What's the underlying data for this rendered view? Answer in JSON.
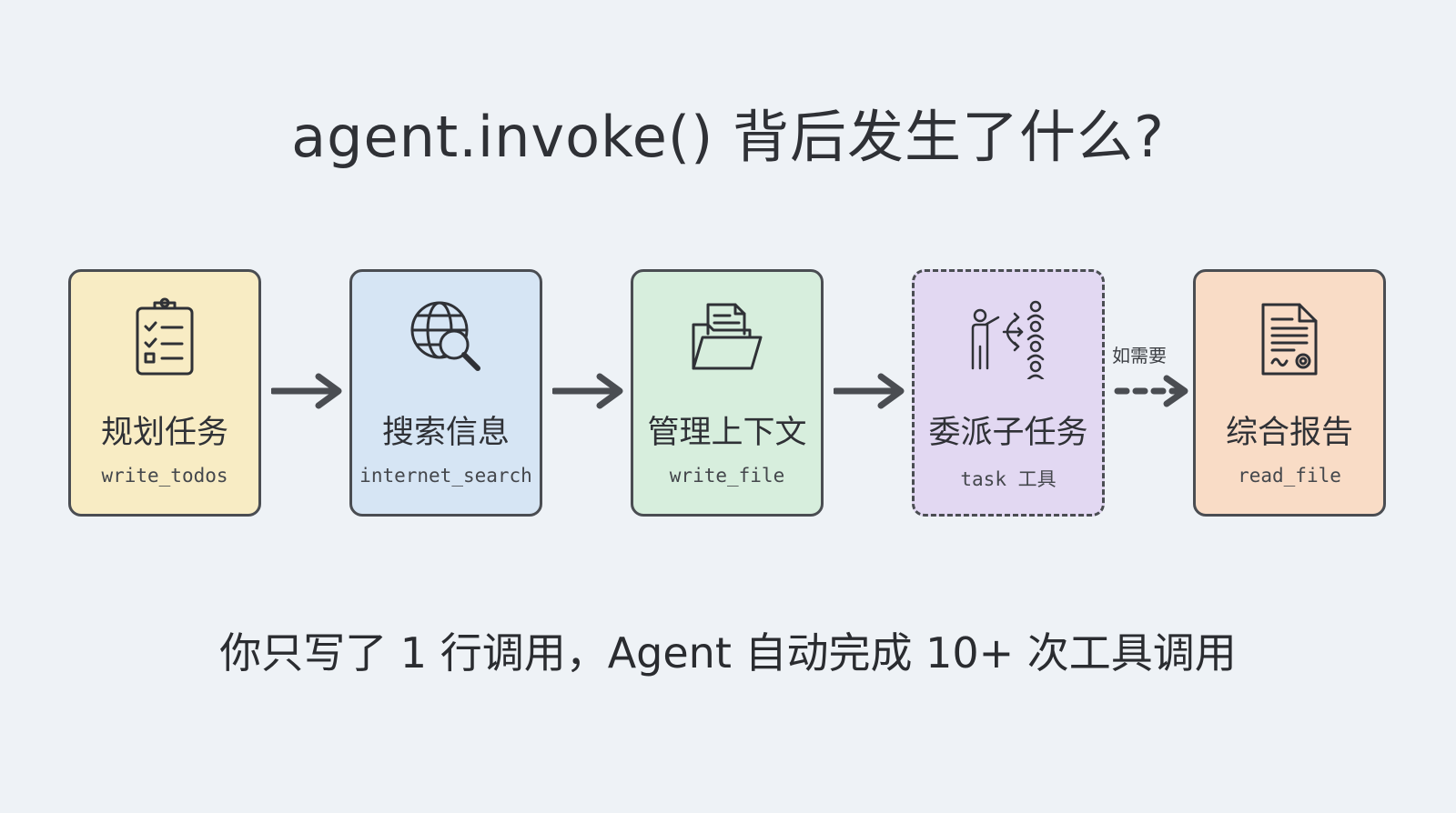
{
  "title": "agent.invoke() 背后发生了什么?",
  "colors": {
    "background": "#eef2f6",
    "stroke": "#4a4d52"
  },
  "steps": [
    {
      "title": "规划任务",
      "tool": "write_todos",
      "icon": "clipboard-checklist-icon",
      "fill": "#f8ecc4"
    },
    {
      "title": "搜索信息",
      "tool": "internet_search",
      "icon": "globe-search-icon",
      "fill": "#d6e5f4"
    },
    {
      "title": "管理上下文",
      "tool": "write_file",
      "icon": "folder-file-icon",
      "fill": "#d7eedd"
    },
    {
      "title": "委派子任务",
      "tool": "task 工具",
      "icon": "delegate-people-icon",
      "fill": "#e2d8f2",
      "dashed": true
    },
    {
      "title": "综合报告",
      "tool": "read_file",
      "icon": "report-document-icon",
      "fill": "#f9dcc6"
    }
  ],
  "conditional_label": "如需要",
  "summary": "你只写了 1 行调用，Agent 自动完成 10+ 次工具调用"
}
